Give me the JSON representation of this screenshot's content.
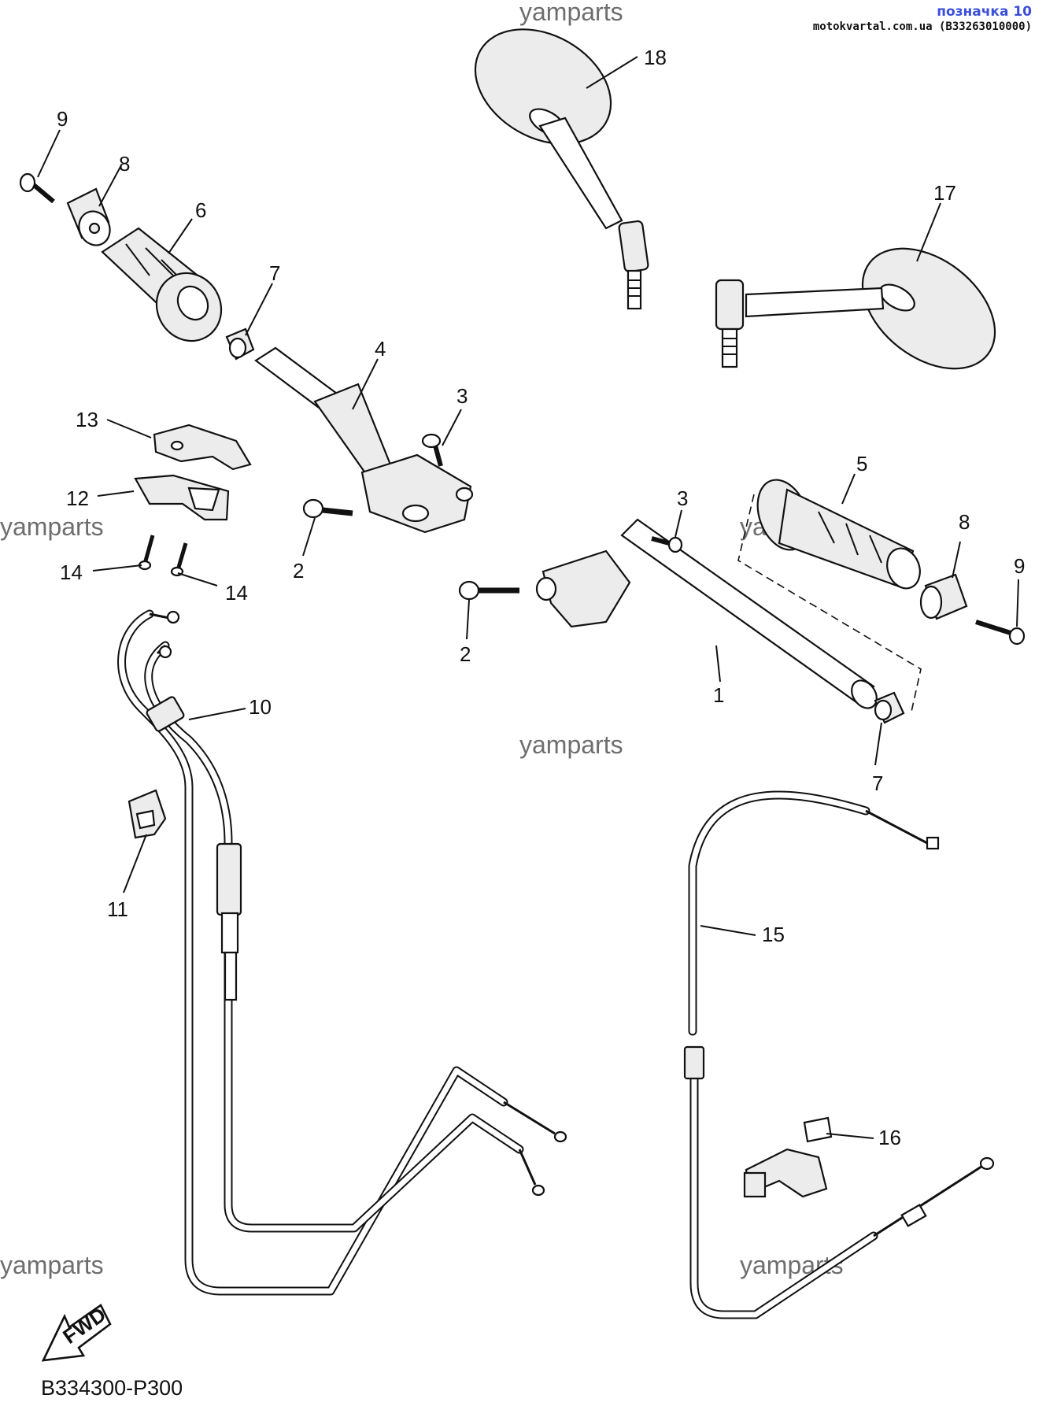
{
  "header": {
    "stamp_title": "позначка 10",
    "stamp_source": "motokvartal.com.ua (B33263010000)"
  },
  "watermarks": [
    "yamparts",
    "yamparts",
    "yamparts",
    "yamparts",
    "yamparts",
    "yamparts"
  ],
  "callouts": {
    "c1": "1",
    "c2a": "2",
    "c2b": "2",
    "c3a": "3",
    "c3b": "3",
    "c4": "4",
    "c5": "5",
    "c6": "6",
    "c7a": "7",
    "c7b": "7",
    "c8a": "8",
    "c8b": "8",
    "c9a": "9",
    "c9b": "9",
    "c10": "10",
    "c11": "11",
    "c12": "12",
    "c13": "13",
    "c14a": "14",
    "c14b": "14",
    "c15": "15",
    "c16": "16",
    "c17": "17",
    "c18": "18"
  },
  "fwd_label": "FWD",
  "diagram_code": "B334300-P300",
  "colors": {
    "stamp_title": "#3a4fd8",
    "watermark": "#6e6e6e",
    "ink": "#111111"
  }
}
